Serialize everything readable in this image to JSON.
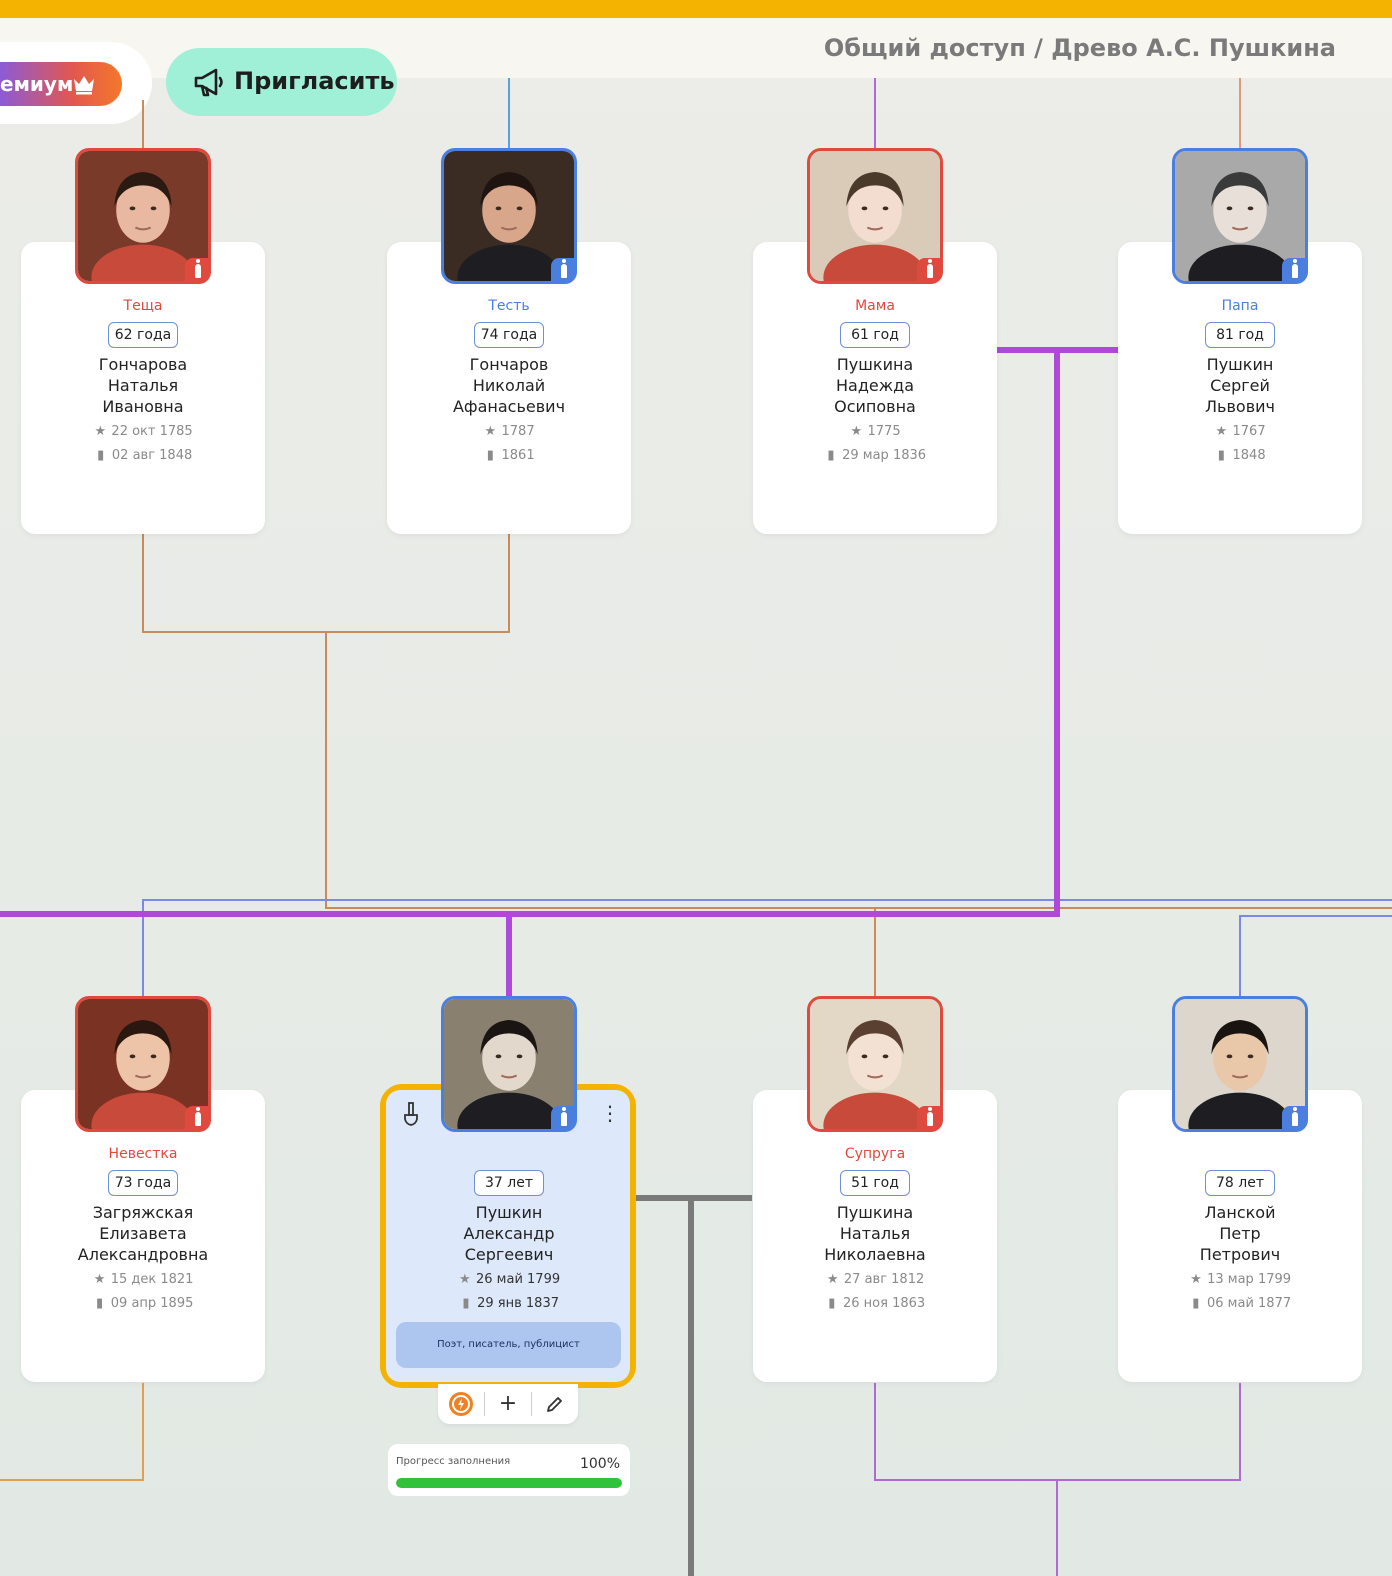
{
  "header": {
    "breadcrumb": "Общий доступ / Древо А.С. Пушкина",
    "premium_label": "емиум",
    "invite_label": "Пригласить"
  },
  "people": [
    {
      "relation": "Теща",
      "age": "62 года",
      "name1": "Гончарова",
      "name2": "Наталья",
      "name3": "Ивановна",
      "born": "22 окт 1785",
      "died": "02 авг 1848",
      "gender": "female"
    },
    {
      "relation": "Тесть",
      "age": "74 года",
      "name1": "Гончаров",
      "name2": "Николай",
      "name3": "Афанасьевич",
      "born": "1787",
      "died": "1861",
      "gender": "male"
    },
    {
      "relation": "Мама",
      "age": "61 год",
      "name1": "Пушкина",
      "name2": "Надежда",
      "name3": "Осиповна",
      "born": "1775",
      "died": "29 мар 1836",
      "gender": "female"
    },
    {
      "relation": "Папа",
      "age": "81 год",
      "name1": "Пушкин",
      "name2": "Сергей",
      "name3": "Львович",
      "born": "1767",
      "died": "1848",
      "gender": "male"
    },
    {
      "relation": "Невестка",
      "age": "73 года",
      "name1": "Загряжская",
      "name2": "Елизавета",
      "name3": "Александровна",
      "born": "15 дек 1821",
      "died": "09 апр 1895",
      "gender": "female"
    },
    {
      "relation": "",
      "age": "37 лет",
      "name1": "Пушкин",
      "name2": "Александр",
      "name3": "Сергеевич",
      "born": "26 май 1799",
      "died": "29 янв 1837",
      "gender": "male",
      "occupation": "Поэт, писатель, публицист"
    },
    {
      "relation": "Супруга",
      "age": "51 год",
      "name1": "Пушкина",
      "name2": "Наталья",
      "name3": "Николаевна",
      "born": "27 авг 1812",
      "died": "26 ноя 1863",
      "gender": "female"
    },
    {
      "relation": "",
      "age": "78 лет",
      "name1": "Ланской",
      "name2": "Петр",
      "name3": "Петрович",
      "born": "13 мар 1799",
      "died": "06 май 1877",
      "gender": "male"
    }
  ],
  "progress": {
    "label": "Прогресс заполнения",
    "value_text": "100%",
    "value": 1.0
  },
  "colors": {
    "accent": "#f3b300",
    "female": "#e04a3e",
    "male": "#4a7fe0",
    "invite": "#9ff0d6",
    "progress": "#2fc23a",
    "parent_line": "#b048d8"
  }
}
